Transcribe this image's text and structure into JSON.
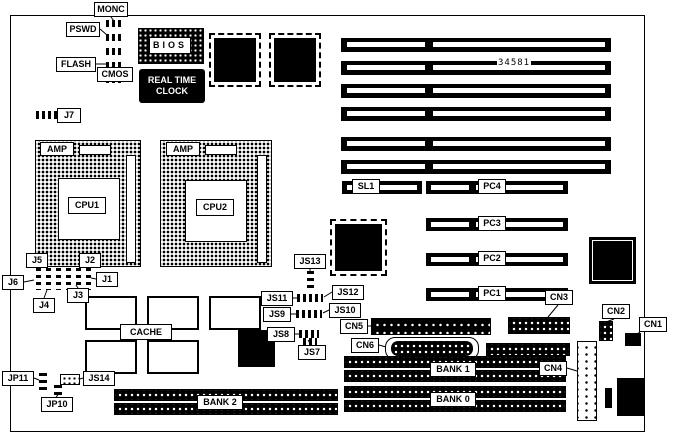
{
  "colors": {
    "ink": "#000000",
    "paper": "#ffffff"
  },
  "labels": {
    "monc": "MONC",
    "pswd": "PSWD",
    "flash": "FLASH",
    "cmos": "CMOS",
    "bios": "BIOS",
    "rtc_line1": "REAL TIME",
    "rtc_line2": "CLOCK",
    "part_number": "34581",
    "j7": "J7",
    "amp1": "AMP",
    "amp2": "AMP",
    "cpu1": "CPU1",
    "cpu2": "CPU2",
    "sl1": "SL1",
    "pc4": "PC4",
    "pc3": "PC3",
    "pc2": "PC2",
    "pc1": "PC1",
    "js13": "JS13",
    "j5": "J5",
    "j2": "J2",
    "j6": "J6",
    "j1": "J1",
    "j3": "J3",
    "j4": "J4",
    "js11": "JS11",
    "js12": "JS12",
    "js9": "JS9",
    "js10": "JS10",
    "js8": "JS8",
    "js7": "JS7",
    "cn5": "CN5",
    "cn6": "CN6",
    "cn3": "CN3",
    "cn2": "CN2",
    "cn1": "CN1",
    "cn4": "CN4",
    "cache": "CACHE",
    "js14": "JS14",
    "jp11": "JP11",
    "jp10": "JP10",
    "bank1": "BANK 1",
    "bank0": "BANK 0",
    "bank2": "BANK 2"
  }
}
